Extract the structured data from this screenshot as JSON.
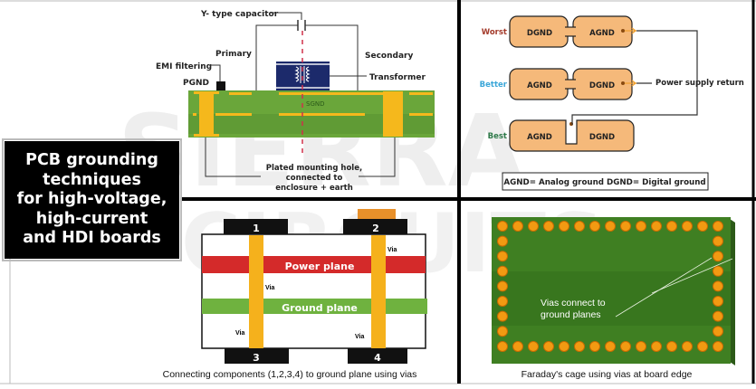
{
  "title": {
    "lines": [
      "PCB grounding",
      "techniques",
      "for high-voltage,",
      "high-current",
      "and HDI boards"
    ]
  },
  "watermark": {
    "line1": "SIERRA",
    "line2": "CIRCUITS"
  },
  "isolation_diagram": {
    "y_capacitor": "Y- type capacitor",
    "primary": "Primary",
    "secondary": "Secondary",
    "emi_filtering": "EMI filtering",
    "pgnd": "PGND",
    "transformer": "Transformer",
    "sgnd": "SGND",
    "mounting_hole": [
      "Plated mounting hole,",
      "connected to",
      "enclosure + earth"
    ]
  },
  "split_ground": {
    "rows": [
      {
        "rank": "Worst",
        "rank_color": "#a33a2a",
        "left": "DGND",
        "right": "AGND"
      },
      {
        "rank": "Better",
        "rank_color": "#3aa6d8",
        "left": "AGND",
        "right": "DGND"
      },
      {
        "rank": "Best",
        "rank_color": "#2f7a4a",
        "left": "AGND",
        "right": "DGND"
      }
    ],
    "power_supply_return": "Power supply return",
    "legend": "AGND= Analog ground DGND= Digital ground",
    "shape_fill": "#f5b97a"
  },
  "via_stackup": {
    "components": [
      "1",
      "2",
      "3",
      "4"
    ],
    "power_plane": "Power plane",
    "ground_plane": "Ground plane",
    "via_label": "Via",
    "caption": "Connecting components (1,2,3,4) to ground plane using vias",
    "power_color": "#d42a2a",
    "ground_color": "#6fb23f",
    "via_color": "#f5b11c"
  },
  "faraday_cage": {
    "annotation": [
      "Vias connect to",
      "ground planes"
    ],
    "caption": "Faraday's cage using vias at board edge",
    "board_color": "#3f7f22",
    "via_color": "#f29a12"
  }
}
